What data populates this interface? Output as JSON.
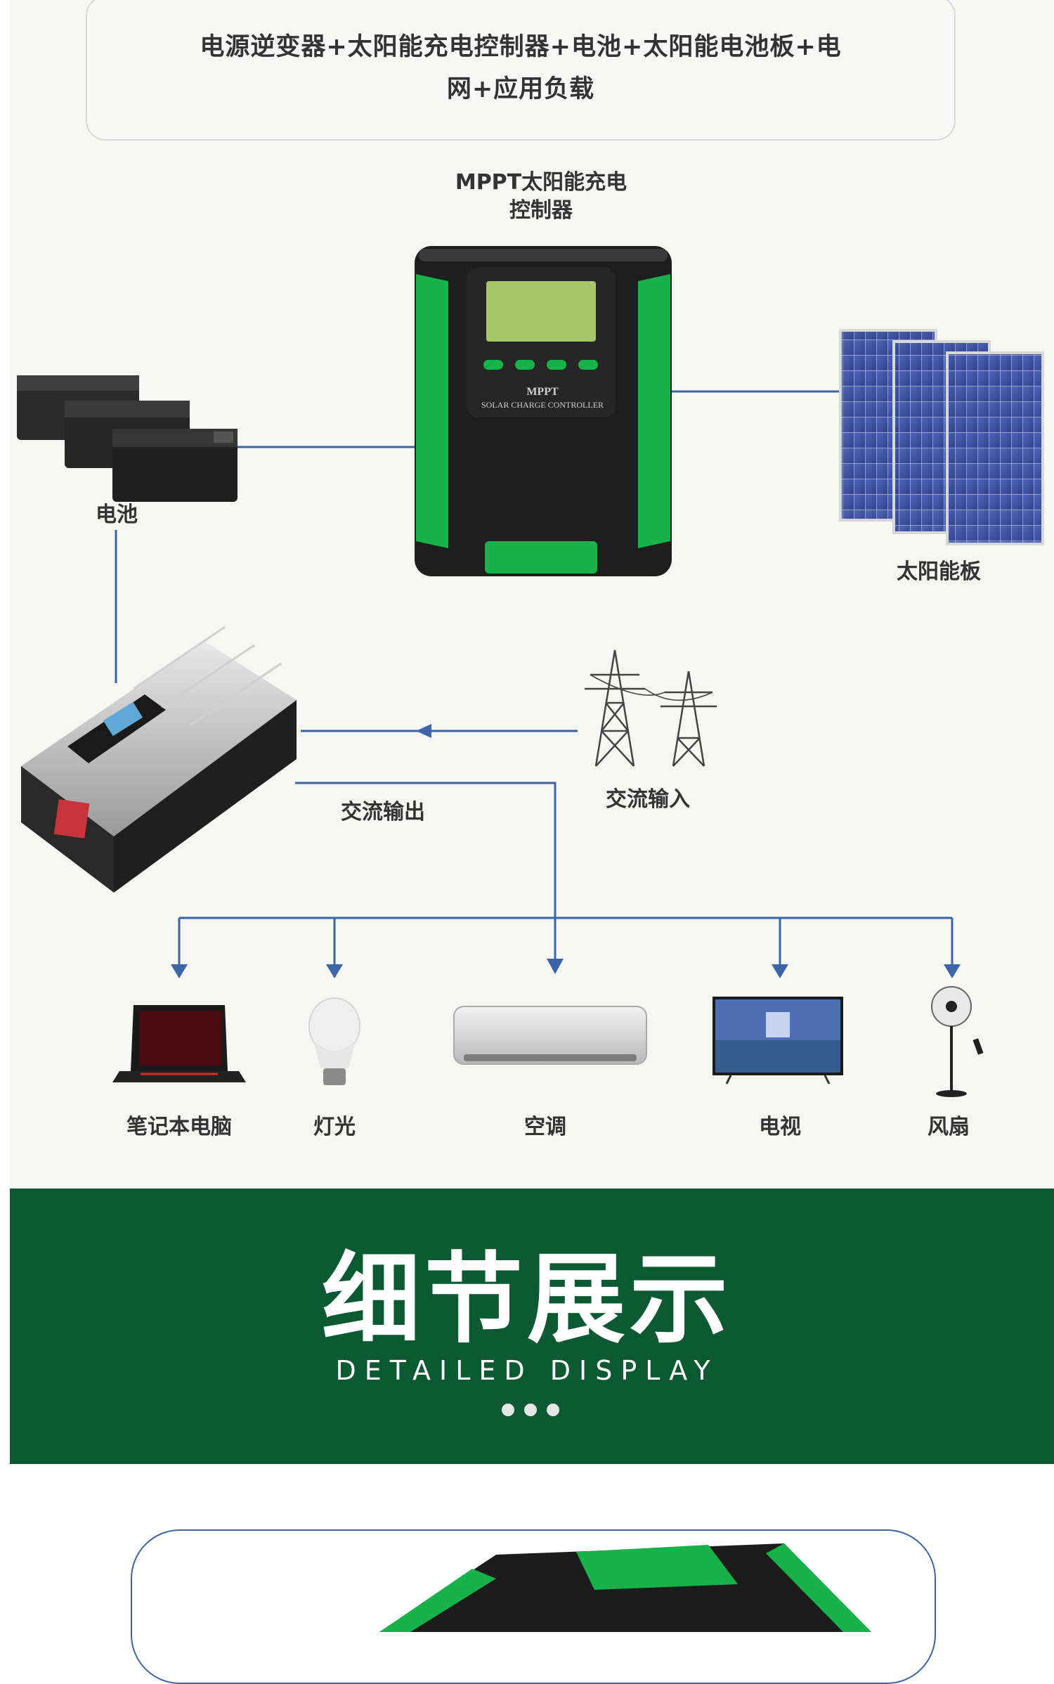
{
  "header": {
    "system_line1": "电源逆变器+太阳能充电控制器+电池+太阳能电池板+电",
    "system_line2": "网+应用负载"
  },
  "controller": {
    "title_line1": "MPPT太阳能充电",
    "title_line2": "控制器",
    "brand": "MPPT",
    "product_text": "SOLAR CHARGE CONTROLLER"
  },
  "components": {
    "battery": "电池",
    "solar_panel": "太阳能板",
    "ac_input": "交流输入",
    "ac_output": "交流输出"
  },
  "loads": {
    "laptop": "笔记本电脑",
    "light": "灯光",
    "air_conditioner": "空调",
    "tv": "电视",
    "fan": "风扇"
  },
  "detail_section": {
    "title": "细节展示",
    "subtitle": "DETAILED DISPLAY"
  },
  "colors": {
    "connector_line": "#3c64a8",
    "band_green": "#0b5a32",
    "accent_green": "#17b34a",
    "background": "#f6f6f3"
  }
}
